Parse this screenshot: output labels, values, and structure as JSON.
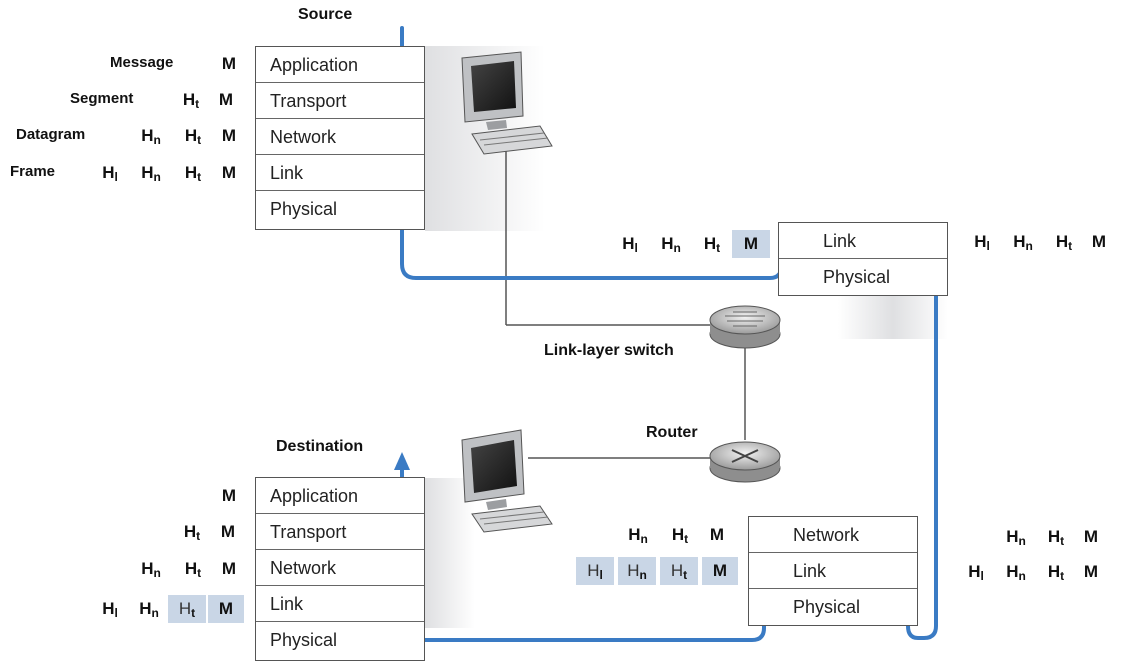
{
  "titles": {
    "source": "Source",
    "destination": "Destination"
  },
  "devices": {
    "switch_label": "Link-layer switch",
    "router_label": "Router"
  },
  "layers": {
    "application": "Application",
    "transport": "Transport",
    "network": "Network",
    "link": "Link",
    "physical": "Physical"
  },
  "pdu_names": {
    "message": "Message",
    "segment": "Segment",
    "datagram": "Datagram",
    "frame": "Frame"
  },
  "headers": {
    "H": "H",
    "l": "l",
    "n": "n",
    "t": "t",
    "M": "M"
  },
  "colors": {
    "path": "#3a7bc4",
    "highlight": "#c9d6e6",
    "wire": "#555555"
  }
}
